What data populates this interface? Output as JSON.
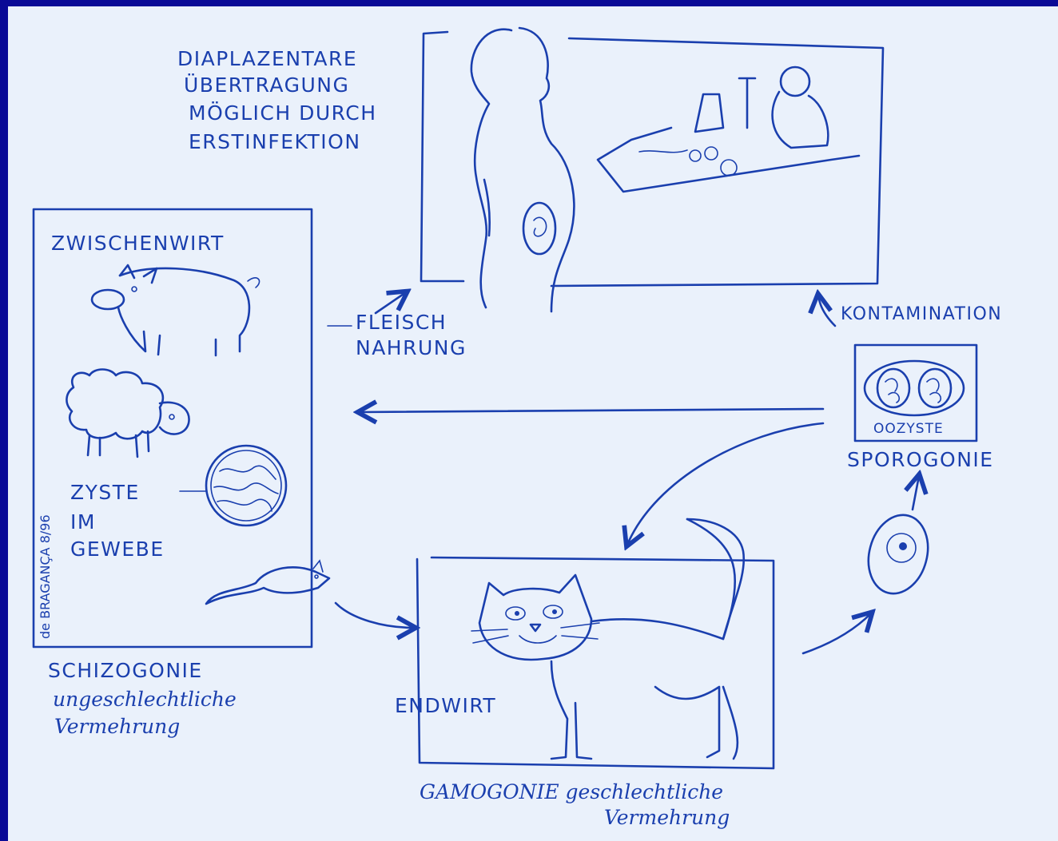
{
  "labels": {
    "diaplazentar": [
      "DIAPLAZENTARE",
      "ÜBERTRAGUNG",
      "MÖGLICH DURCH",
      "ERSTINFEKTION"
    ],
    "zwischenwirt": "ZWISCHENWIRT",
    "zyste": [
      "ZYSTE",
      "IM",
      "GEWEBE"
    ],
    "fleisch": [
      "FLEISCH",
      "NAHRUNG"
    ],
    "kontamination": "KONTAMINATION",
    "oozyste": "OOZYSTE",
    "sporogonie": "SPOROGONIE",
    "schizogonie": [
      "SCHIZOGONIE",
      "ungeschlechtliche",
      "Vermehrung"
    ],
    "endwirt": "ENDWIRT",
    "gamogonie": [
      "GAMOGONIE geschlechtliche",
      "Vermehrung"
    ],
    "signature": "de BRAGANÇA 8/96"
  },
  "colors": {
    "ink": "#1a3fae",
    "paper": "#eaf1fb",
    "border": "#0a0a96"
  }
}
